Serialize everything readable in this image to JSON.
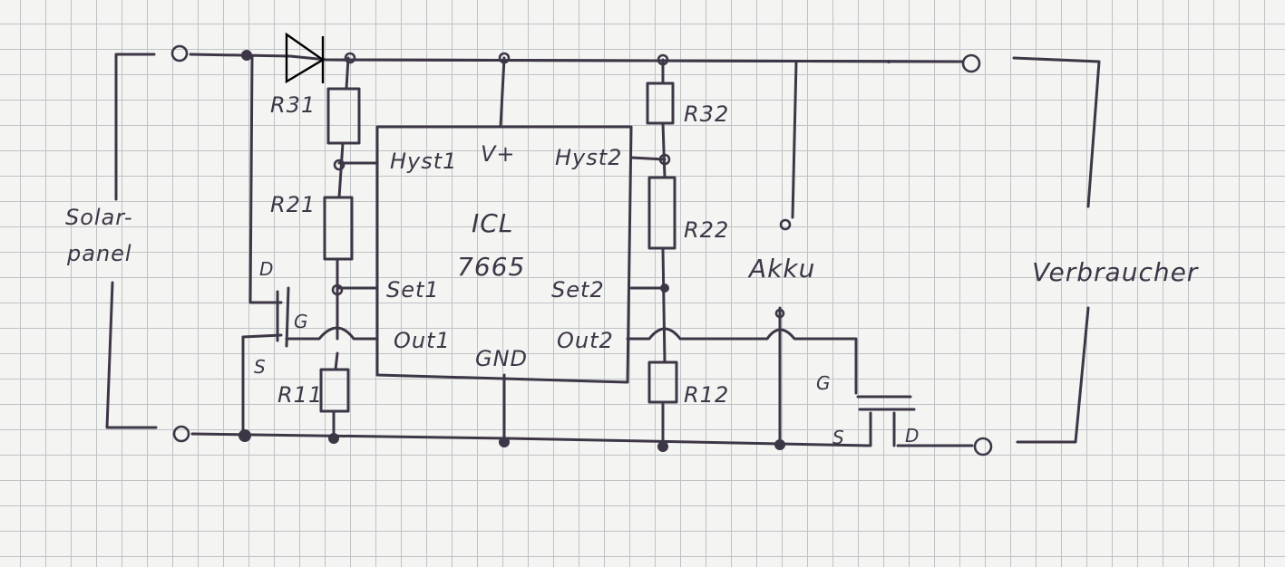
{
  "ic": {
    "name_line1": "ICL",
    "name_line2": "7665"
  },
  "pins": {
    "hyst1": "Hyst1",
    "vplus": "V+",
    "hyst2": "Hyst2",
    "set1": "Set1",
    "set2": "Set2",
    "out1": "Out1",
    "out2": "Out2",
    "gnd": "GND"
  },
  "resistors": {
    "r31": "R31",
    "r21": "R21",
    "r11": "R11",
    "r32": "R32",
    "r22": "R22",
    "r12": "R12"
  },
  "mosfet_left": {
    "drain": "D",
    "gate": "G",
    "source": "S"
  },
  "mosfet_right": {
    "gate": "G",
    "source": "S",
    "drain": "D"
  },
  "labels": {
    "solar_line1": "Solar-",
    "solar_line2": "panel",
    "akku": "Akku",
    "verbraucher": "Verbraucher"
  },
  "colors": {
    "ink": "#3d3646",
    "grid": "#bfc3c6",
    "paper": "#f4f4f2"
  }
}
